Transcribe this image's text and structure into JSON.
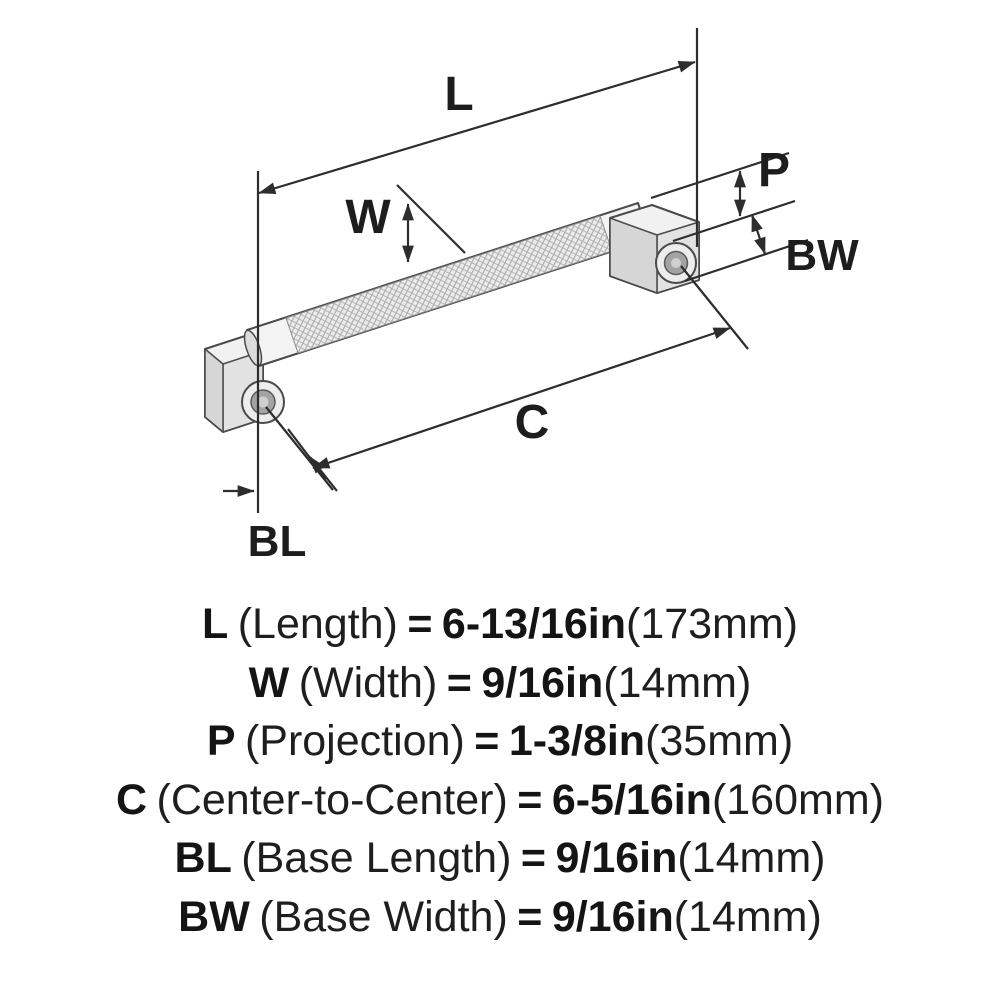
{
  "diagram": {
    "labels": {
      "l": "L",
      "w": "W",
      "p": "P",
      "bw": "BW",
      "c": "C",
      "bl": "BL"
    }
  },
  "specs": [
    {
      "letter": "L",
      "name": "(Length)",
      "equals": "=",
      "value": "6-13/16in",
      "metric": "(173mm)"
    },
    {
      "letter": "W",
      "name": "(Width)",
      "equals": "=",
      "value": "9/16in",
      "metric": "(14mm)"
    },
    {
      "letter": "P",
      "name": "(Projection)",
      "equals": "=",
      "value": "1-3/8in",
      "metric": "(35mm)"
    },
    {
      "letter": "C",
      "name": "(Center-to-Center)",
      "equals": "=",
      "value": "6-5/16in",
      "metric": "(160mm)"
    },
    {
      "letter": "BL",
      "name": "(Base Length)",
      "equals": "=",
      "value": "9/16in",
      "metric": "(14mm)"
    },
    {
      "letter": "BW",
      "name": "(Base Width)",
      "equals": "=",
      "value": "9/16in",
      "metric": "(14mm)"
    }
  ]
}
